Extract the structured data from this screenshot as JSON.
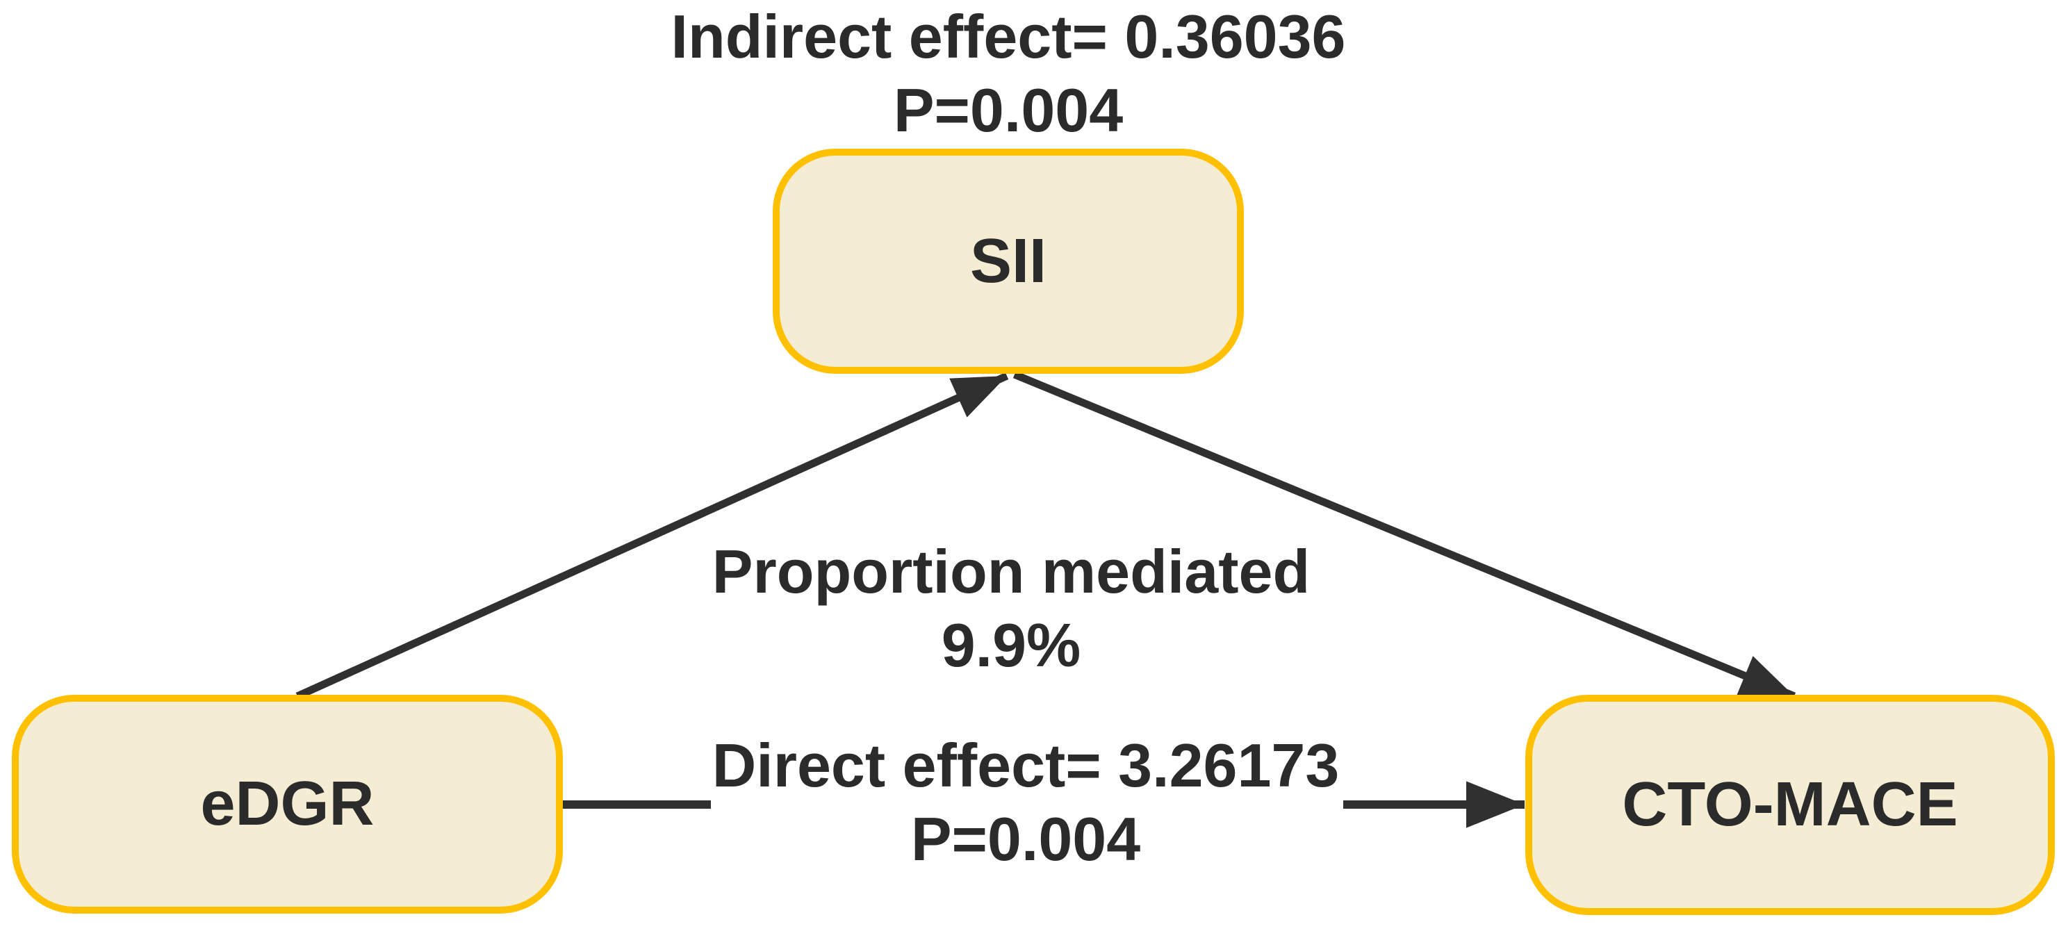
{
  "colors": {
    "background": "#ffffff",
    "node_fill": "#f5edd3",
    "node_border": "#ffc000",
    "edge": "#303030",
    "text": "#2b2b2b"
  },
  "nodes": {
    "mediator": {
      "label": "SII"
    },
    "exposure": {
      "label": "eDGR"
    },
    "outcome": {
      "label": "CTO-MACE"
    }
  },
  "annotations": {
    "indirect_effect": {
      "line1": "Indirect effect= 0.36036",
      "line2": "P=0.004"
    },
    "proportion_mediated": {
      "line1": "Proportion mediated",
      "line2": "9.9%"
    },
    "direct_effect": {
      "line1": "Direct effect= 3.26173",
      "line2": "P=0.004"
    }
  },
  "edges": [
    {
      "from": "eDGR",
      "to": "SII"
    },
    {
      "from": "SII",
      "to": "CTO-MACE"
    },
    {
      "from": "eDGR",
      "to": "CTO-MACE"
    }
  ]
}
